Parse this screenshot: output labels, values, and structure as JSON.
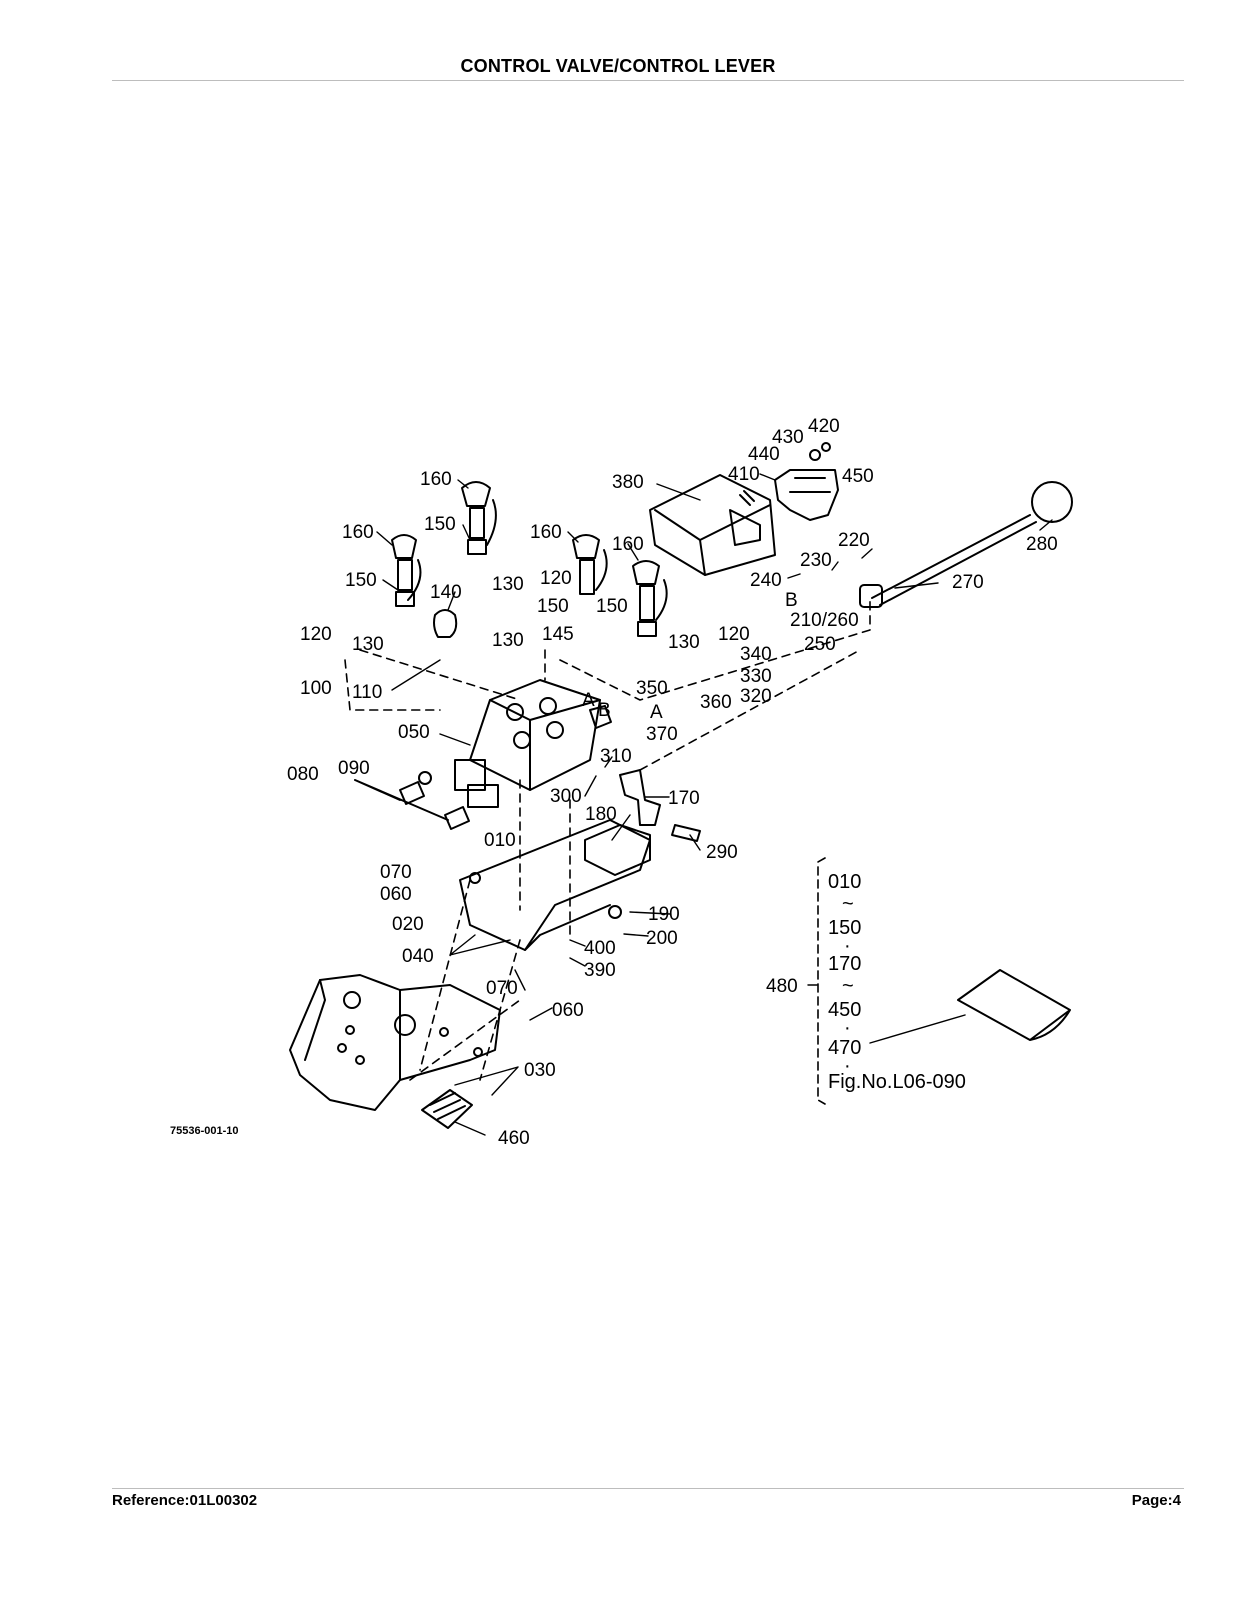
{
  "header": {
    "title": "CONTROL VALVE/CONTROL LEVER"
  },
  "footer": {
    "reference": "Reference:01L00302",
    "page": "Page:4"
  },
  "diagram": {
    "drawing_number": "75536-001-10",
    "labels": {
      "p420": "420",
      "p430": "430",
      "p440": "440",
      "p410": "410",
      "p450": "450",
      "p380": "380",
      "p160a": "160",
      "p160b": "160",
      "p160c": "160",
      "p160d": "160",
      "p150a": "150",
      "p150b": "150",
      "p150c": "150",
      "p150d": "150",
      "p130a": "130",
      "p130b": "130",
      "p130c": "130",
      "p130d": "130",
      "p120a": "120",
      "p120b": "120",
      "p120c": "120",
      "p140": "140",
      "p145": "145",
      "p100": "100",
      "p110": "110",
      "p220": "220",
      "p230": "230",
      "p240": "240",
      "p280": "280",
      "p270": "270",
      "pB1": "B",
      "p210_260": "210/260",
      "p250": "250",
      "p340": "340",
      "p330": "330",
      "p320": "320",
      "p350": "350",
      "p360": "360",
      "pA1": "A",
      "p370": "370",
      "pA2": "A",
      "pB2": "B",
      "p050": "050",
      "p310": "310",
      "p080": "080",
      "p090": "090",
      "p300": "300",
      "p170": "170",
      "p180": "180",
      "p290": "290",
      "p010": "010",
      "p070a": "070",
      "p060a": "060",
      "p020": "020",
      "p190": "190",
      "p200": "200",
      "p400": "400",
      "p390": "390",
      "p040": "040",
      "p070b": "070",
      "p060b": "060",
      "p030": "030",
      "p460": "460",
      "p480": "480"
    },
    "kit_list": [
      "010",
      "~",
      "150",
      "·",
      "170",
      "~",
      "450",
      "·",
      "470",
      "·"
    ],
    "fig_ref": "Fig.No.L06-090"
  }
}
